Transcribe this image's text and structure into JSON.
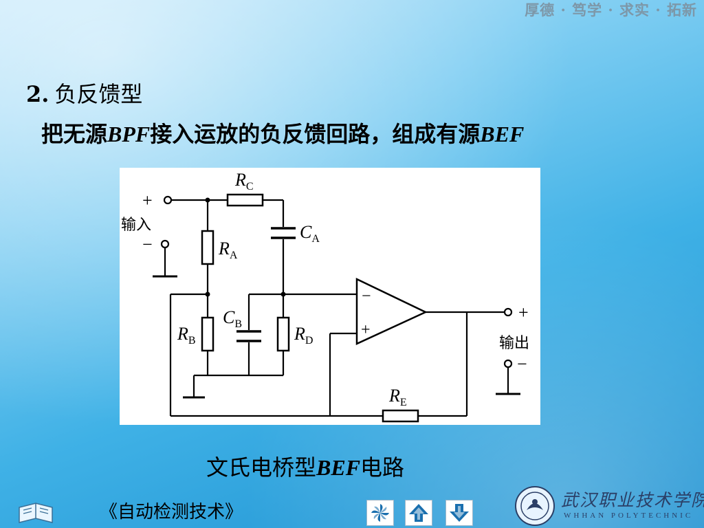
{
  "header": {
    "motto": "厚德 · 笃学 · 求实 · 拓新"
  },
  "slide": {
    "heading_num": "2.",
    "heading_text": "负反馈型",
    "sub_pre": "把无源",
    "sub_bpf": "BPF",
    "sub_mid": "接入运放的负反馈回路，组成有源",
    "sub_bef": "BEF"
  },
  "circuit": {
    "input_label": "输入",
    "output_label": "输出",
    "plus": "+",
    "minus": "−",
    "opamp_minus": "−",
    "opamp_plus": "+",
    "components": {
      "RC": {
        "sym": "R",
        "sub": "C"
      },
      "CA": {
        "sym": "C",
        "sub": "A"
      },
      "RA": {
        "sym": "R",
        "sub": "A"
      },
      "CB": {
        "sym": "C",
        "sub": "B"
      },
      "RB": {
        "sym": "R",
        "sub": "B"
      },
      "RD": {
        "sym": "R",
        "sub": "D"
      },
      "RE": {
        "sym": "R",
        "sub": "E"
      }
    }
  },
  "caption": {
    "pre": "文氏电桥型",
    "bef": "BEF",
    "post": "电路"
  },
  "footer": {
    "course_title": "《自动检测技术》",
    "school_name": "武汉职业技术学院",
    "school_en": "WHHAN POLYTECHNIC"
  },
  "colors": {
    "accent": "#1b8fd0",
    "nav_icon": "#1a6fae"
  }
}
